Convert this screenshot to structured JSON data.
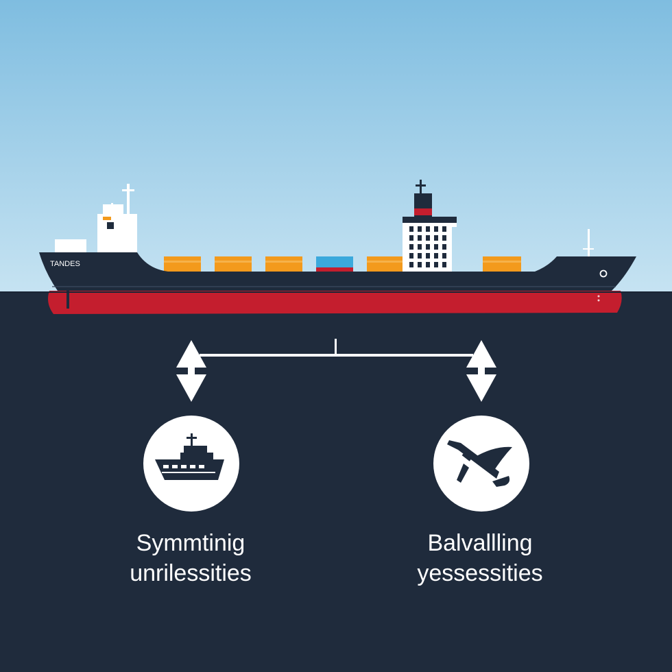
{
  "ship": {
    "name_label": "TANDES"
  },
  "left_item": {
    "icon": "boat-icon",
    "caption_line1": "Symmtinig",
    "caption_line2": "unrilessities"
  },
  "right_item": {
    "icon": "anchor-icon",
    "caption_line1": "Balvallling",
    "caption_line2": "yessessities"
  },
  "colors": {
    "sky_top": "#7fbde0",
    "sky_bottom": "#c6e3f2",
    "water": "#1f2b3c",
    "hull_dark": "#1f2b3c",
    "hull_red": "#c41e2e",
    "container_orange": "#f39a1c",
    "container_blue": "#3ba9dc",
    "icon_circle": "#ffffff",
    "text": "#ffffff"
  }
}
